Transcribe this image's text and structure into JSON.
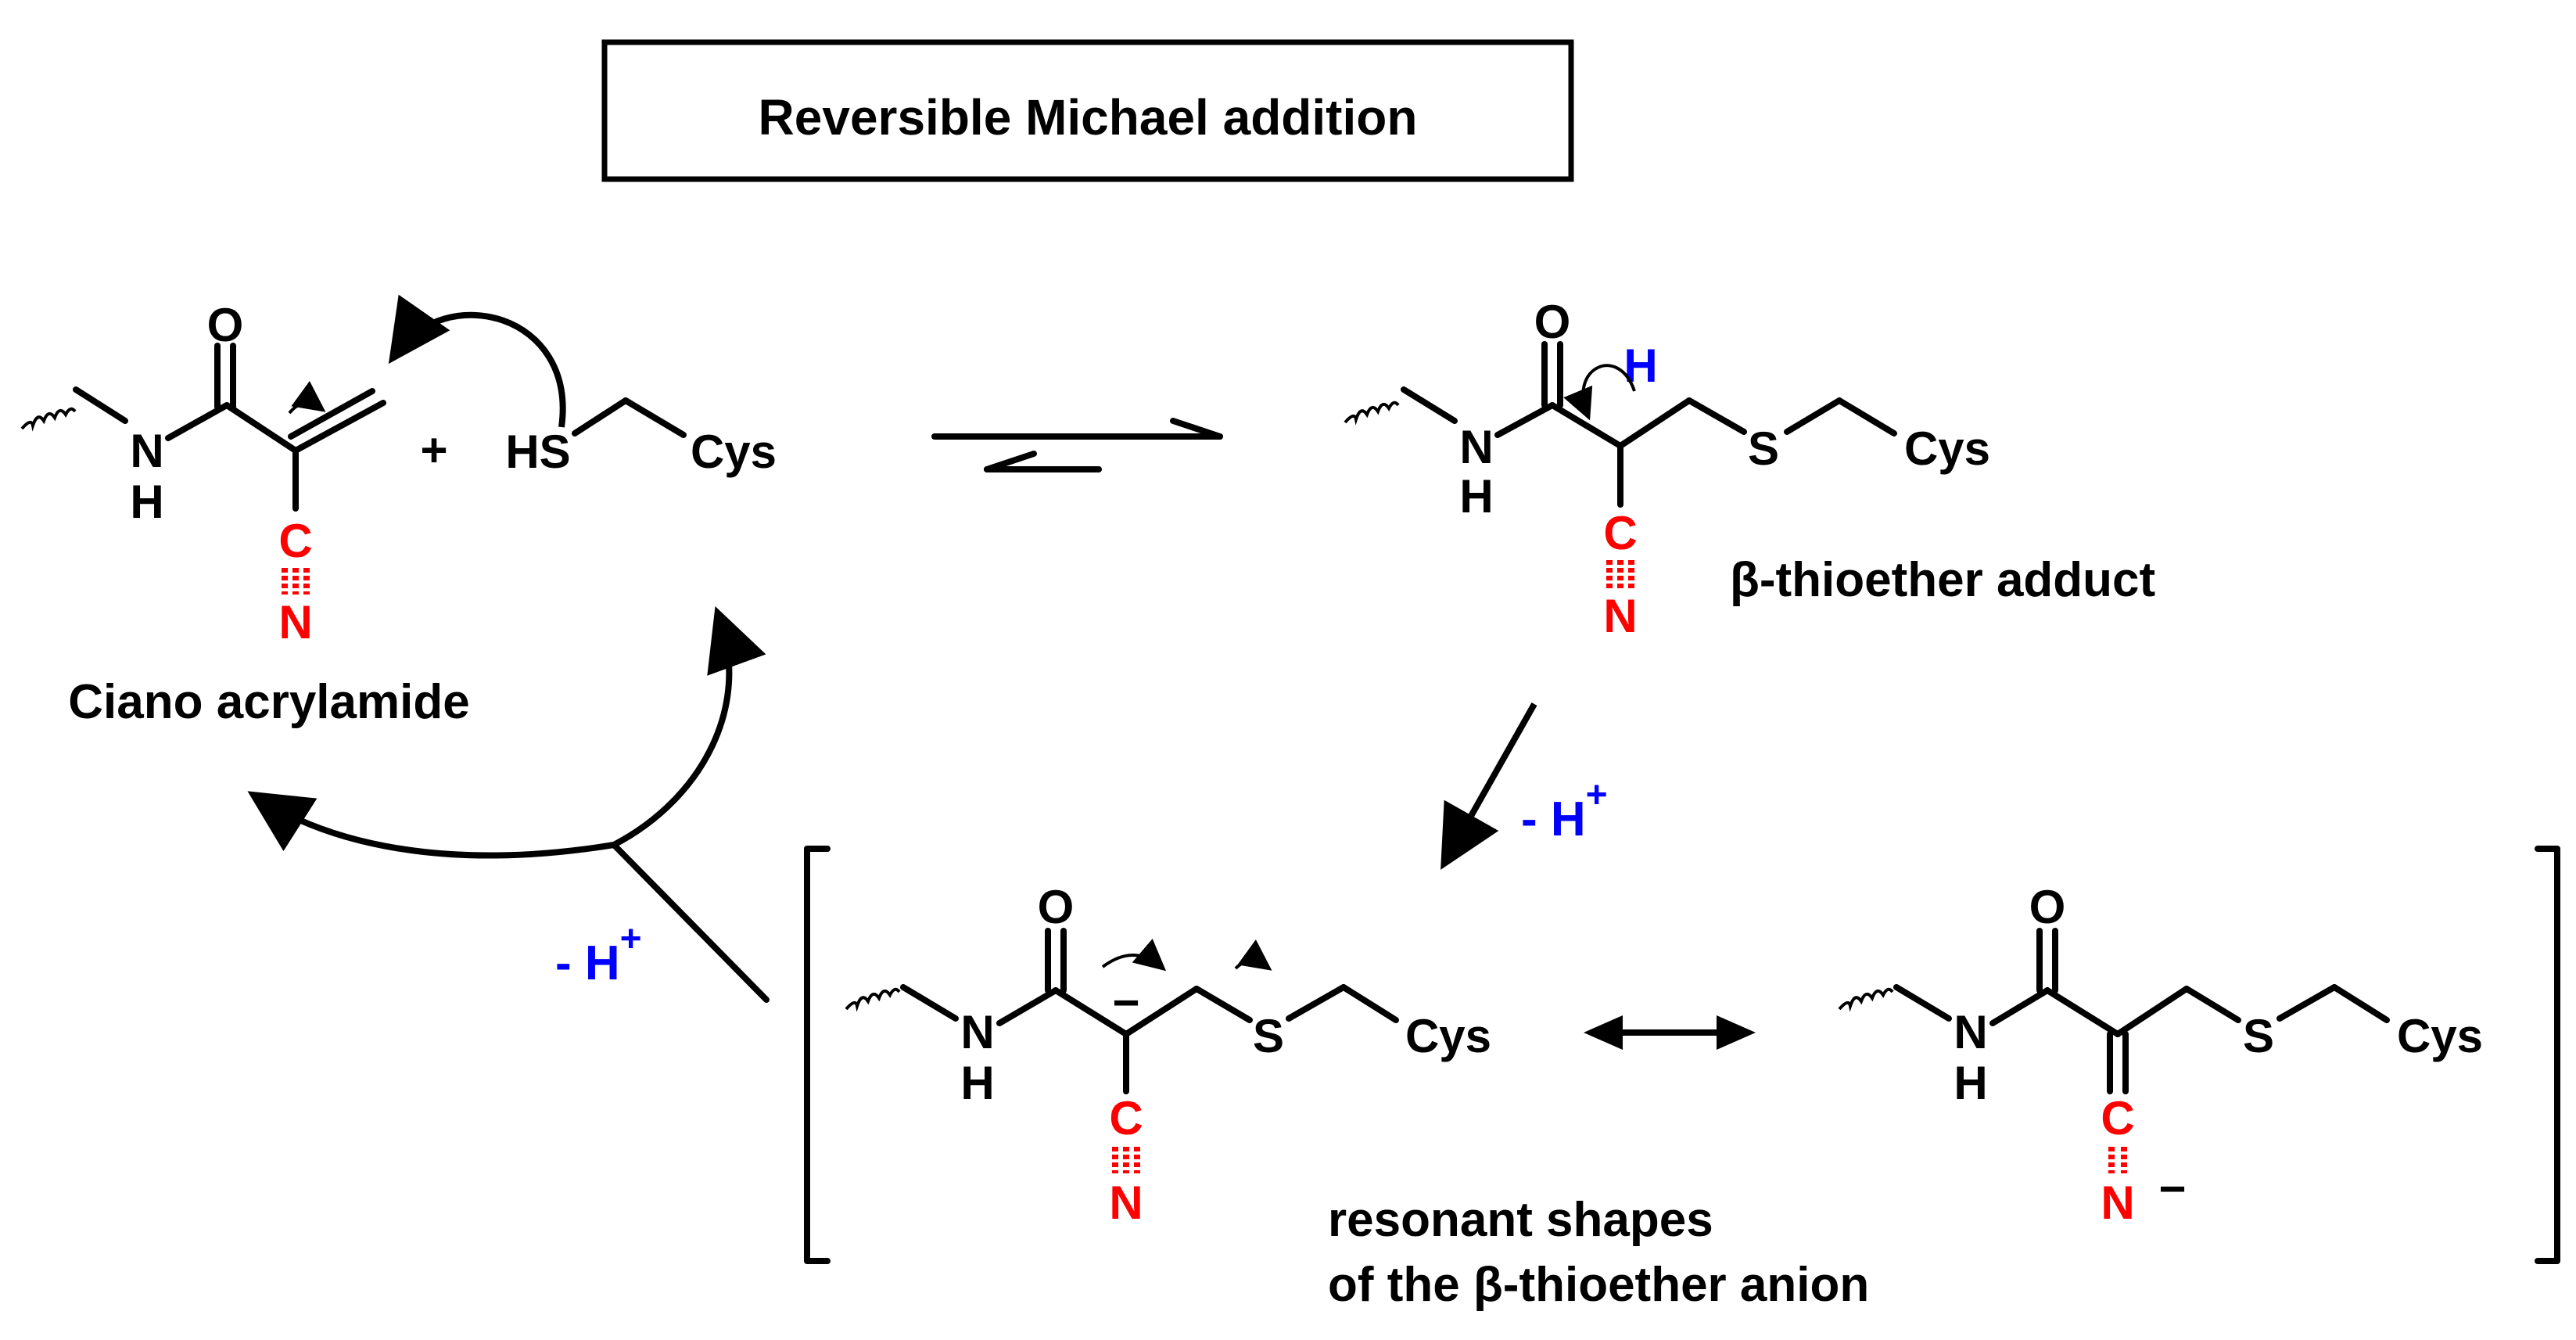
{
  "title": "Reversible Michael addition",
  "colors": {
    "heteroatom_red": "#ff0000",
    "proton_blue": "#0000ff",
    "ink": "#000000"
  },
  "atoms": {
    "oxygen": "O",
    "nitrogen": "N",
    "hydrogen": "H",
    "carbon": "C",
    "sulfur": "S",
    "thiol": "HS",
    "cysteine": "Cys",
    "plus": "+",
    "minus": "−"
  },
  "labels": {
    "reactant": "Ciano acrylamide",
    "adduct": "β-thioether adduct",
    "resonance_line1": "resonant shapes",
    "resonance_line2": "of the β-thioether anion"
  },
  "proton_loss": {
    "prefix": "- H",
    "charge": "+"
  }
}
